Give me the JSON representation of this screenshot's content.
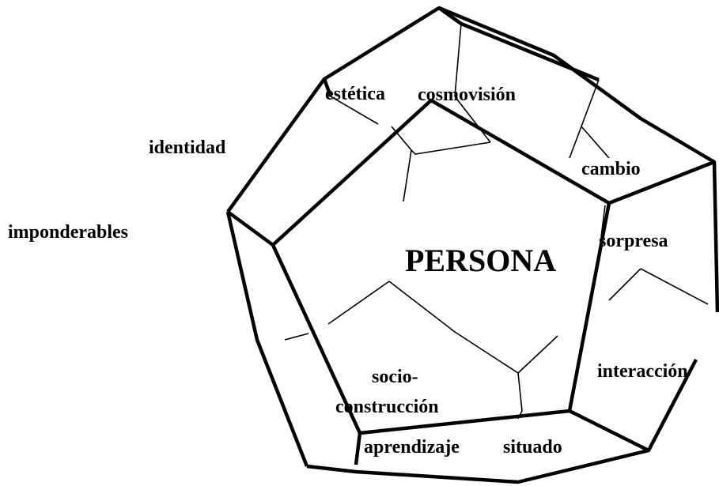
{
  "center": "PERSONA",
  "labels": {
    "estetica": "estética",
    "cosmovision": "cosmovisión",
    "identidad": "identidad",
    "imponderables": "imponderables",
    "cambio": "cambio",
    "sorpresa": "sorpresa",
    "interaccion": "interacción",
    "socio": "socio-",
    "construccion": "construcción",
    "aprendizaje": "aprendizaje",
    "situado": "situado"
  }
}
